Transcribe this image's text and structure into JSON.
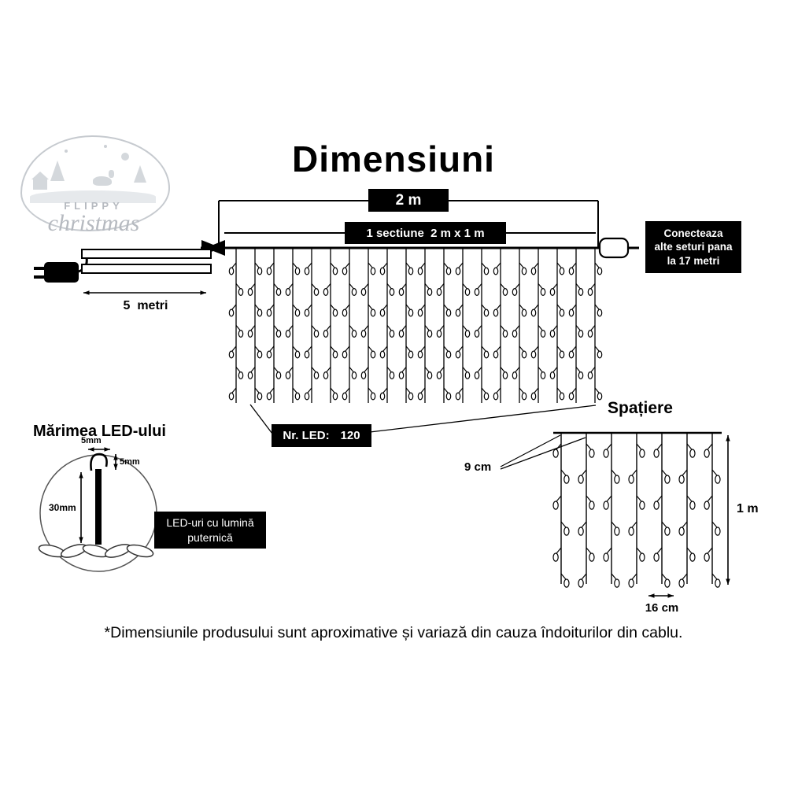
{
  "title": "Dimensiuni",
  "logo": {
    "brand_top": "FLIPPY",
    "brand_bottom": "christmas"
  },
  "dimensions": {
    "width_label": "2 m",
    "section_label": "1 sectiune  2 m x 1 m",
    "lead_label": "5  metri",
    "led_count_label": "Nr. LED:",
    "led_count_value": "120"
  },
  "connect": {
    "note_lines": [
      "Conecteaza",
      "alte seturi pana",
      "la 17 metri"
    ]
  },
  "spacing": {
    "heading": "Spațiere",
    "horizontal_gap": "9 cm",
    "drop_height": "1 m",
    "bottom_gap": "16 cm"
  },
  "led_size": {
    "heading": "Mărimea LED-ului",
    "hook_width_label": "5mm",
    "hook_height_label": "5mm",
    "body_height_label": "30mm",
    "note_lines": [
      "LED-uri cu lumină",
      "puternică"
    ]
  },
  "footnote": "*Dimensiunile produsului sunt aproximative și variază din cauza îndoiturilor din cablu."
}
